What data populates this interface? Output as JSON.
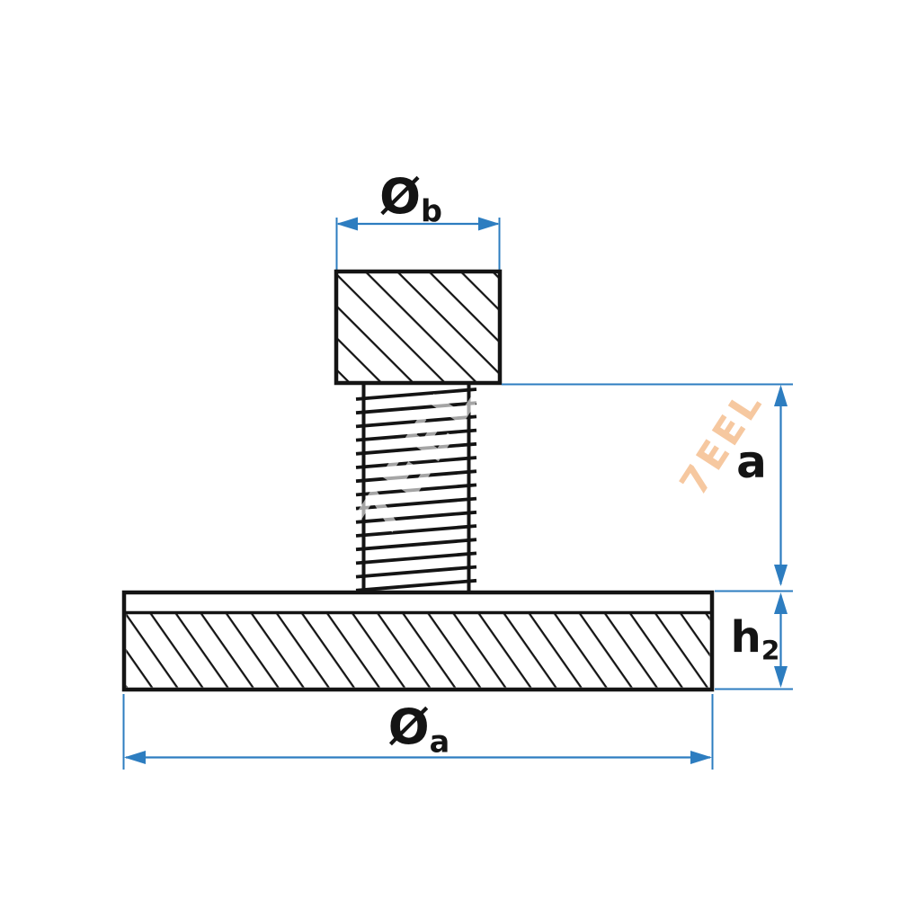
{
  "drawing": {
    "type": "technical-dimension-drawing",
    "subject": "pot-magnet-with-threaded-stud-side-view",
    "labels": {
      "diameter_b": {
        "symbol": "Ø",
        "subscript": "b"
      },
      "height_a": {
        "text": "a"
      },
      "height_h2": {
        "symbol": "h",
        "subscript": "2"
      },
      "diameter_a": {
        "symbol": "Ø",
        "subscript": "a"
      }
    },
    "watermark": {
      "fragment": "7EEL"
    },
    "colors": {
      "outline_black": "#141414",
      "dimension_blue": "#2d7dc0",
      "watermark_orange": "#f6c8a0",
      "background": "#ffffff"
    }
  }
}
